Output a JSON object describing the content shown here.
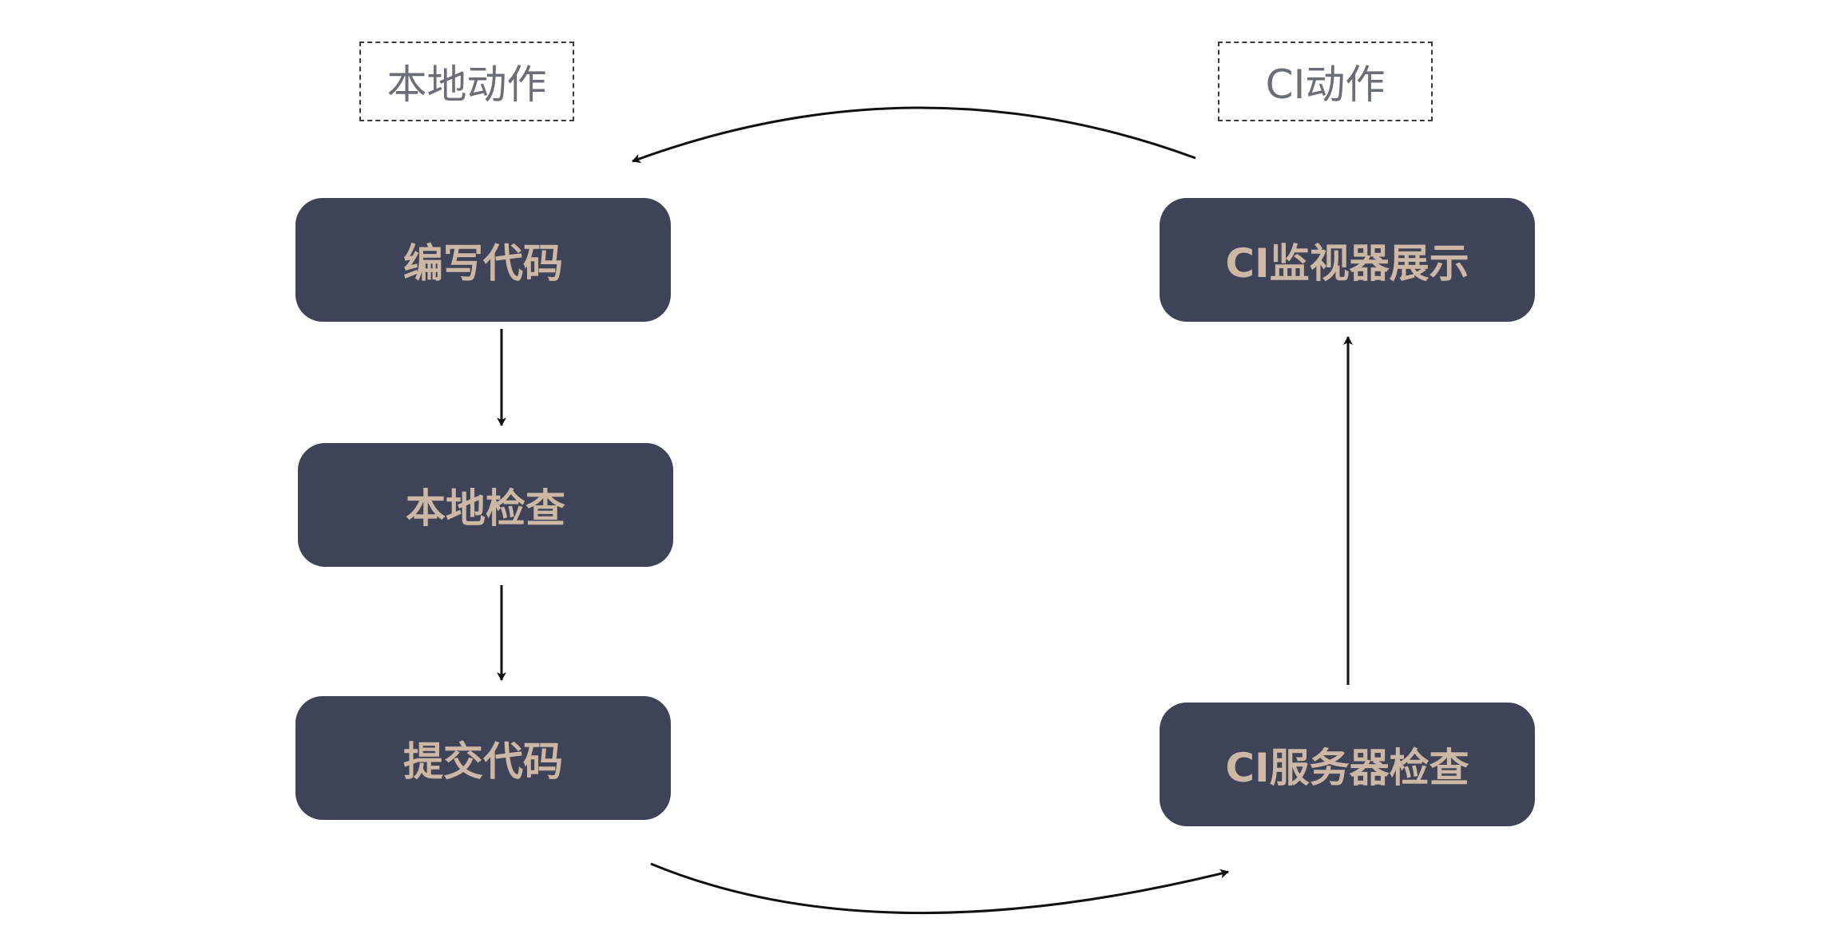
{
  "groups": {
    "local": "本地动作",
    "ci": "CI动作"
  },
  "nodes": {
    "write_code": "编写代码",
    "local_check": "本地检查",
    "commit_code": "提交代码",
    "ci_server_check": "CI服务器检查",
    "ci_monitor_display": "CI监视器展示"
  },
  "colors": {
    "node_fill": "#3e4358",
    "node_text": "#cdb7a5",
    "label_text": "#6a6e78",
    "arrow": "#111111"
  }
}
